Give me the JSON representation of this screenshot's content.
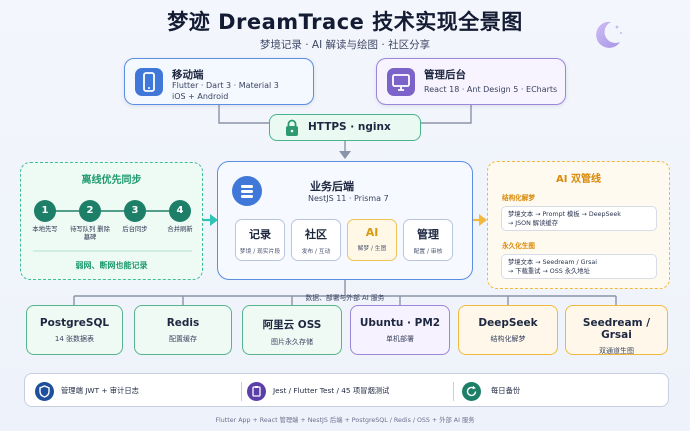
{
  "header": {
    "title": "梦迹 DreamTrace 技术实现全景图",
    "subtitle": "梦境记录 · AI 解读与绘图 · 社区分享"
  },
  "clients": {
    "mobile": {
      "title": "移动端",
      "line1": "Flutter · Dart 3 · Material 3",
      "line2": "iOS + Android",
      "icon": "phone-icon"
    },
    "admin": {
      "title": "管理后台",
      "line1": "React 18 · Ant Design 5 · ECharts",
      "icon": "monitor-icon"
    }
  },
  "gateway": {
    "label": "HTTPS · nginx",
    "icon": "lock-icon"
  },
  "offline": {
    "title": "离线优先同步",
    "steps": [
      {
        "num": "1",
        "label": "本地先写"
      },
      {
        "num": "2",
        "label": "待写队列 删除墓碑"
      },
      {
        "num": "3",
        "label": "后台同步"
      },
      {
        "num": "4",
        "label": "合并刷新"
      }
    ],
    "footer": "弱网、断网也能记录"
  },
  "backend": {
    "title": "业务后端",
    "subtitle": "NestJS 11 · Prisma 7",
    "icon": "server-stack-icon",
    "modules": [
      {
        "title": "记录",
        "sub": "梦境 / 现实片段"
      },
      {
        "title": "社区",
        "sub": "发布 / 互动"
      },
      {
        "title": "AI",
        "sub": "解梦 / 生图"
      },
      {
        "title": "管理",
        "sub": "配置 / 审核"
      }
    ]
  },
  "ai_pipeline": {
    "title": "AI 双管线",
    "sections": [
      {
        "label": "结构化解梦",
        "line1": "梦境文本 → Prompt 模板 → DeepSeek",
        "line2": "→ JSON 解读缓存"
      },
      {
        "label": "永久化生图",
        "line1": "梦境文本 → Seedream / Grsai",
        "line2": "→ 下载重试 → OSS 永久地址"
      }
    ]
  },
  "bus_label": "数据、部署与外部 AI 服务",
  "infra": [
    {
      "title": "PostgreSQL",
      "sub": "14 张数据表"
    },
    {
      "title": "Redis",
      "sub": "配置缓存"
    },
    {
      "title": "阿里云 OSS",
      "sub": "图片永久存储"
    },
    {
      "title": "Ubuntu · PM2",
      "sub": "单机部署"
    },
    {
      "title": "DeepSeek",
      "sub": "结构化解梦"
    },
    {
      "title": "Seedream / Grsai",
      "sub": "双通道生图"
    }
  ],
  "bottom_bar": [
    {
      "text": "管理端 JWT + 审计日志",
      "icon": "shield-icon"
    },
    {
      "text": "Jest / Flutter Test / 45 项冒烟测试",
      "icon": "clipboard-icon"
    },
    {
      "text": "每日备份",
      "icon": "refresh-icon"
    }
  ],
  "footer": "Flutter App + React 管理端 + NestJS 后端 + PostgreSQL / Redis / OSS + 外部 AI 服务",
  "colors": {
    "blue": "#5b8de0",
    "purple": "#9b86d8",
    "green": "#3ebf95",
    "gold": "#f0b93c",
    "teal_arrow": "#2ec4b6",
    "dark_teal": "#1e7f68"
  }
}
